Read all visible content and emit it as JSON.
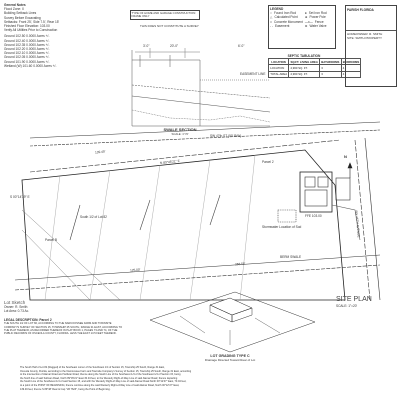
{
  "header_notes": {
    "title": "General Notes",
    "lines": [
      "Flood Zone: X",
      "Building Setback Lines",
      "Survey Before Excavating",
      "Setbacks: Front 25', Side 7.5', Rear 15'",
      "Finished Floor Elevation: 103.00",
      "Verify All Utilities Prior to Construction"
    ],
    "elevations": [
      {
        "label": "Ground",
        "value": "102.50",
        "area": "0.0000 Acres +/-"
      },
      {
        "label": "Ground",
        "value": "102.40",
        "area": "0.0000 Acres +/-"
      },
      {
        "label": "Ground",
        "value": "102.35",
        "area": "0.0000 Acres +/-"
      },
      {
        "label": "Ground",
        "value": "102.20",
        "area": "0.0000 Acres +/-"
      },
      {
        "label": "Ground",
        "value": "102.10",
        "area": "0.0000 Acres +/-"
      },
      {
        "label": "Ground",
        "value": "102.05",
        "area": "0.0000 Acres +/-"
      },
      {
        "label": "Ground",
        "value": "101.90",
        "area": "0.0000 Acres +/-"
      },
      {
        "label": "Wetland (W)",
        "value": "101.60",
        "area": "0.0000 Acres +/-"
      }
    ]
  },
  "section_top": {
    "header": "TYPE OF HOME AND GARAGE CONSTRUCTION: FRAME ONLY",
    "note": "THIS DOES NOT CONSTITUTE A SURVEY",
    "dims": [
      "3'-0\"",
      "20'-0\"",
      "6'-0\""
    ],
    "easement": "EASEMENT LINE"
  },
  "legend_box": {
    "title": "LEGEND",
    "items": [
      {
        "sym": "○",
        "label": "Found Iron Rod"
      },
      {
        "sym": "●",
        "label": "Set Iron Rod"
      },
      {
        "sym": "△",
        "label": "Calculated Point"
      },
      {
        "sym": "⊕",
        "label": "Power Pole"
      },
      {
        "sym": "□",
        "label": "Concrete Monument"
      },
      {
        "sym": "—x—",
        "label": "Fence"
      },
      {
        "sym": "- -",
        "label": "Easement"
      },
      {
        "sym": "⊗",
        "label": "Water Valve"
      }
    ]
  },
  "septic_table": {
    "title": "SEPTIC TABULATION",
    "headers": [
      "LOCATION",
      "SQ.FT. LIVING AREA",
      "BATHROOMS",
      "BEDROOMS"
    ],
    "rows": [
      [
        "LOCATION",
        "2,960 SQ. FT.",
        "3",
        "4"
      ],
      [
        "TOTAL AREA",
        "2,960 SQ. FT.",
        "3",
        "4"
      ]
    ]
  },
  "title_block": {
    "firm": "PARISH FLORIDA",
    "lines": [
      "HOMEOWNER: R. SMITH",
      "SITE: SMITH PROPERTY"
    ]
  },
  "section_label": {
    "title": "SWALE SECTION",
    "scale": "SCALE: 1\"=5'"
  },
  "site_plan": {
    "north": "N",
    "parcels": [
      "Parcel 2",
      "Parcel B"
    ],
    "roads": [
      "SW 47th ST (50' R/W)",
      "SW 45TH AVENUE"
    ],
    "labels": [
      "Stormwater Location of Sod",
      "FFE 103.00",
      "South 1/2 of Lot 82",
      "BERM SWALE"
    ],
    "dims": [
      "139.49'",
      "125.00'",
      "258.50'",
      "N 89°45'21\" E",
      "S 00°14'39\" E"
    ]
  },
  "site_plan_title": {
    "title": "SITE PLAN",
    "scale": "SCALE: 1\"=20'"
  },
  "lot_grading": {
    "title": "LOT GRADING TYPE C",
    "subtitle": "Drainage Directed Toward Rear of Lot"
  },
  "legal_description": {
    "title": "LEGAL DESCRIPTION: Parcel 2",
    "lines": [
      "THE SOUTH 1/2 OF LOT 82, ACCORDING TO THE NARCOOSSEE FARM AND TOWNSITE",
      "COMPANY'S SURVEY OF SECTION 15, TOWNSHIP 25 SOUTH, RANGE 31 EAST, ACCORDING TO",
      "THE PLAT THEREOF, AS RECORDED THEREOF IN PLAT BOOK 1, PAGES 73 AND 74, OF THE",
      "PUBLIC RECORDS OF OSCEOLA COUNTY, FLORIDA. LESS THE EAST 13.5 FEET THEREOF."
    ]
  },
  "surveyor_note": {
    "title": "Lot Sketch",
    "lines": [
      "Owner: R. Smith",
      "Lot Area: 0.73 Ac."
    ]
  },
  "bottom_desc": {
    "lines": [
      "The South Half of Lot 82 (Ragged) of the Southeast corner of the Southwest 1/4 of Section 15, Township 25 South, Range 31 East,",
      "Osceola County, Florida, according to the Narcoossee Farm and Townsite Company's Survey of Section 15, Township 25 South, Range 31 East, according",
      "to the intersection of Alamar Road and Sullivan Road; thence along the South Line of the Southwest 1/4 of the Southeast 1/4 of Section 15, being",
      "the North line of said Sullivan Road, North 89°45'21\" East 30.04 feet, to the Westerly Right-of-Way Line of said Alamar Road; thence departing",
      "the South Line of the Southwest 1/4 of said Section 15, and with the Westerly Right-of-Way Line of said Alamar Road North 00°12'47\" East, 70.04 feet,",
      "to a point of the POINT OF BEGINNING; thence continue along the said Westerly Right-of-Way Line of said Alamar Road, North 00°12'47\" East,",
      "139.49 feet; thence S 89°48' Rear & Cap \"LB 7623\", being the Point of Beginning."
    ]
  }
}
